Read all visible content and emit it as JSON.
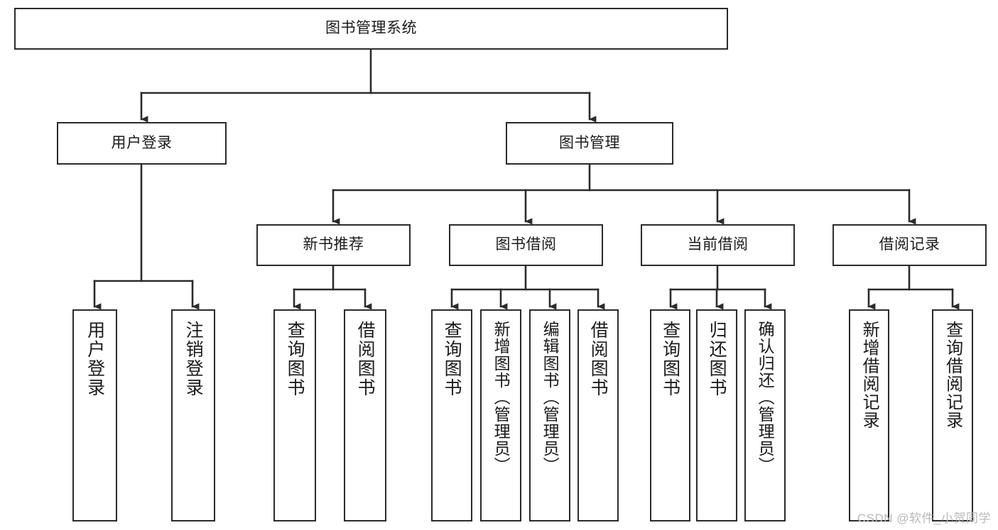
{
  "diagram": {
    "title": "图书管理系统",
    "type": "hierarchy-tree",
    "watermark": "CSDN @软件_小贺同学",
    "colors": {
      "stroke": "#2b2b2b",
      "fill": "#ffffff",
      "text": "#1b1b1b",
      "watermark": "#b9b9b9"
    },
    "root": {
      "label": "图书管理系统"
    },
    "level2": [
      {
        "label": "用户登录"
      },
      {
        "label": "图书管理"
      }
    ],
    "level3": [
      {
        "label": "新书推荐"
      },
      {
        "label": "图书借阅"
      },
      {
        "label": "当前借阅"
      },
      {
        "label": "借阅记录"
      }
    ],
    "leaves": {
      "user_login": [
        {
          "label": "用户登录"
        },
        {
          "label": "注销登录"
        }
      ],
      "new_book": [
        {
          "label": "查询图书"
        },
        {
          "label": "借阅图书"
        }
      ],
      "book_borrow": [
        {
          "label": "查询图书"
        },
        {
          "label": "新增图书（管理员）"
        },
        {
          "label": "编辑图书（管理员）"
        },
        {
          "label": "借阅图书"
        }
      ],
      "current_borrow": [
        {
          "label": "查询图书"
        },
        {
          "label": "归还图书"
        },
        {
          "label": "确认归还（管理员）"
        }
      ],
      "borrow_record": [
        {
          "label": "新增借阅记录"
        },
        {
          "label": "查询借阅记录"
        }
      ]
    }
  }
}
